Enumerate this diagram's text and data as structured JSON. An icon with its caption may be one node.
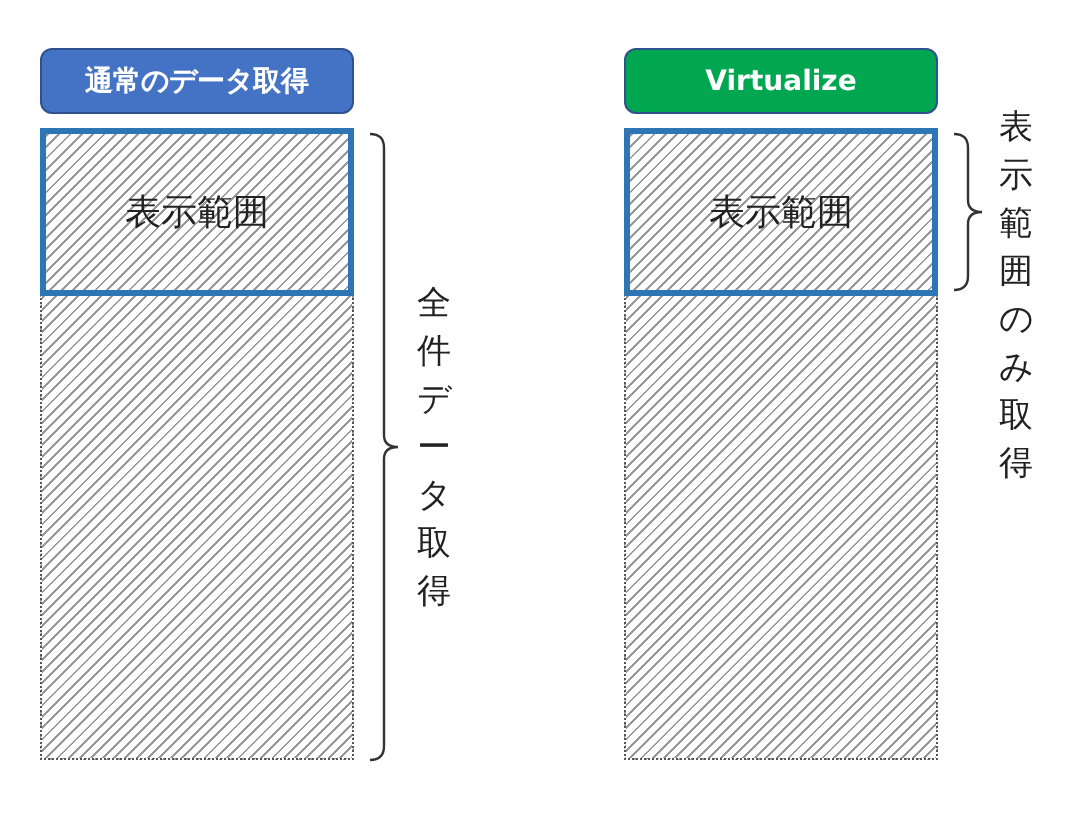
{
  "diagram": {
    "nodes": [
      {
        "text": [
          "通常のデータ取得"
        ]
      },
      {
        "text": [],
        "shape": "box"
      },
      {
        "text": [
          "表示範囲"
        ],
        "in": 1
      },
      {
        "text": [
          "Virtualize"
        ]
      },
      {
        "text": [],
        "shape": "box"
      },
      {
        "text": [
          "表示範囲"
        ],
        "in": 4
      }
    ],
    "edges": [],
    "labels": [
      "全件データ取得",
      "表示範囲のみ取得"
    ]
  }
}
